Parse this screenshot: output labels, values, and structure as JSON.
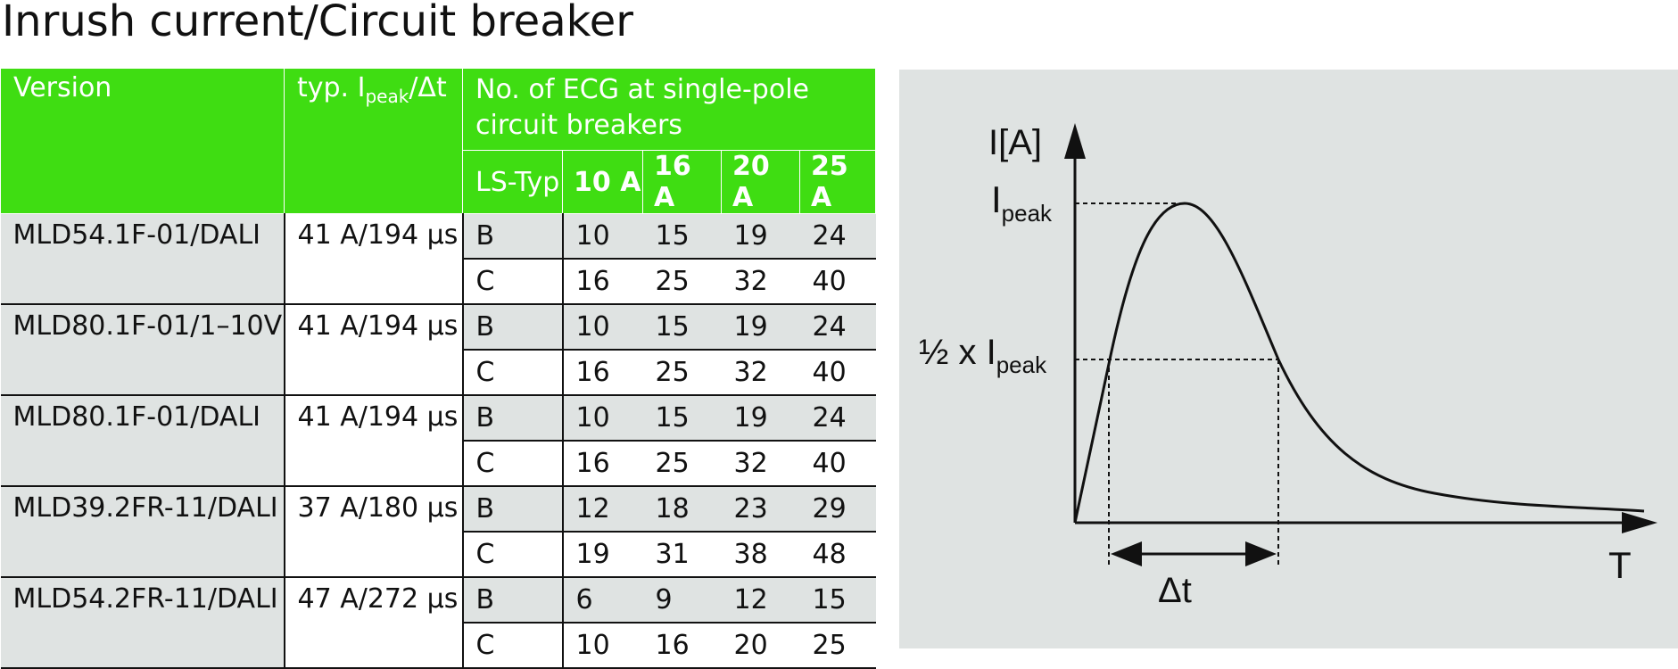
{
  "title": "Inrush current/Circuit breaker",
  "header": {
    "version": "Version",
    "typ_prefix": "typ. I",
    "typ_sub": "peak",
    "typ_suffix": "/Δt",
    "ecg": "No. of ECG at single-pole circuit breakers",
    "ls_typ": "LS-Typ",
    "amps": [
      "10 A",
      "16 A",
      "20 A",
      "25 A"
    ]
  },
  "rows": [
    {
      "version": "MLD54.1F-01/DALI",
      "typ": "41 A/194 µs",
      "b": {
        "ls": "B",
        "v": [
          "10",
          "15",
          "19",
          "24"
        ]
      },
      "c": {
        "ls": "C",
        "v": [
          "16",
          "25",
          "32",
          "40"
        ]
      }
    },
    {
      "version": "MLD80.1F-01/1–10V",
      "typ": "41 A/194 µs",
      "b": {
        "ls": "B",
        "v": [
          "10",
          "15",
          "19",
          "24"
        ]
      },
      "c": {
        "ls": "C",
        "v": [
          "16",
          "25",
          "32",
          "40"
        ]
      }
    },
    {
      "version": "MLD80.1F-01/DALI",
      "typ": "41 A/194 µs",
      "b": {
        "ls": "B",
        "v": [
          "10",
          "15",
          "19",
          "24"
        ]
      },
      "c": {
        "ls": "C",
        "v": [
          "16",
          "25",
          "32",
          "40"
        ]
      }
    },
    {
      "version": "MLD39.2FR-11/DALI",
      "typ": "37 A/180 µs",
      "b": {
        "ls": "B",
        "v": [
          "12",
          "18",
          "23",
          "29"
        ]
      },
      "c": {
        "ls": "C",
        "v": [
          "19",
          "31",
          "38",
          "48"
        ]
      }
    },
    {
      "version": "MLD54.2FR-11/DALI",
      "typ": "47 A/272 µs",
      "b": {
        "ls": "B",
        "v": [
          "6",
          "9",
          "12",
          "15"
        ]
      },
      "c": {
        "ls": "C",
        "v": [
          "10",
          "16",
          "20",
          "25"
        ]
      }
    }
  ],
  "diagram": {
    "y_axis": "I[A]",
    "x_axis": "T",
    "peak_prefix": "I",
    "peak_sub": "peak",
    "half_prefix": "½ x I",
    "half_sub": "peak",
    "delta": "Δt"
  },
  "colors": {
    "header_green": "#3fdd12",
    "grey": "#dfe3e2"
  }
}
